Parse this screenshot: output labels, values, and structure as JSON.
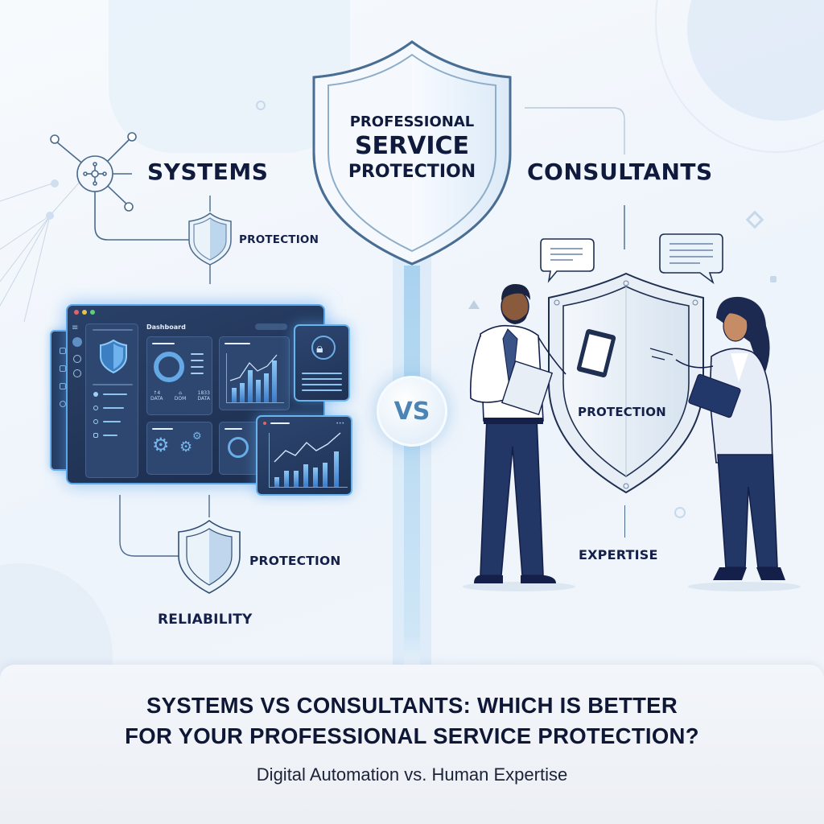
{
  "center": {
    "shield_line1": "PROFESSIONAL",
    "shield_line2": "SERVICE",
    "shield_line3": "PROTECTION",
    "vs_label": "VS"
  },
  "systems": {
    "heading": "SYSTEMS",
    "labels": {
      "top_protection": "PROTECTION",
      "bottom_protection": "PROTECTION",
      "reliability": "RELIABILITY"
    },
    "dashboard": {
      "title": "Dashboard",
      "window_dots": [
        "#e0646a",
        "#e8c24a",
        "#5fcf7a"
      ],
      "stats": [
        {
          "value": "↑4",
          "label": "DATA"
        },
        {
          "value": "⌂",
          "label": "DOM"
        },
        {
          "value": "1833",
          "label": "DATA"
        }
      ],
      "bar_heights_main": [
        30,
        40,
        65,
        50,
        60,
        78
      ],
      "bar_heights_float": [
        18,
        30,
        30,
        42,
        35,
        45,
        55
      ]
    }
  },
  "consultants": {
    "heading": "CONSULTANTS",
    "labels": {
      "shield_protection": "PROTECTION",
      "expertise": "EXPERTISE"
    }
  },
  "footer": {
    "title_line1": "SYSTEMS VS CONSULTANTS: WHICH IS BETTER",
    "title_line2": "FOR YOUR PROFESSIONAL SERVICE PROTECTION?",
    "subtitle": "Digital Automation vs. Human Expertise"
  },
  "colors": {
    "navy_text": "#0f1a3d",
    "accent_blue": "#5aa6e8",
    "dashboard_bg": "#1f3255",
    "vs_text": "#4c84b5"
  }
}
